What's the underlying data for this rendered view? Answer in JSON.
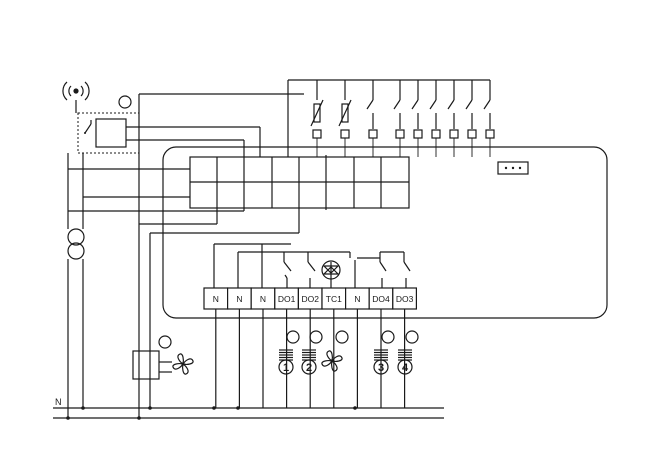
{
  "supply": {
    "neutral_label": "N"
  },
  "terminals": {
    "lower_row": [
      {
        "label": "N"
      },
      {
        "label": "N"
      },
      {
        "label": "N"
      },
      {
        "label": "DO1"
      },
      {
        "label": "DO2"
      },
      {
        "label": "TC1"
      },
      {
        "label": "N"
      },
      {
        "label": "DO4"
      },
      {
        "label": "DO3"
      }
    ]
  },
  "loads": [
    {
      "label": "1"
    },
    {
      "label": "2"
    },
    {
      "label": "3"
    },
    {
      "label": "4"
    }
  ],
  "icons": {
    "antenna": "wireless-antenna-icon",
    "transformer": "transformer-icon",
    "fan": "fan-icon",
    "lamp": "lamp-icon",
    "triac": "triac-icon",
    "connector": "three-pin-connector-icon"
  }
}
